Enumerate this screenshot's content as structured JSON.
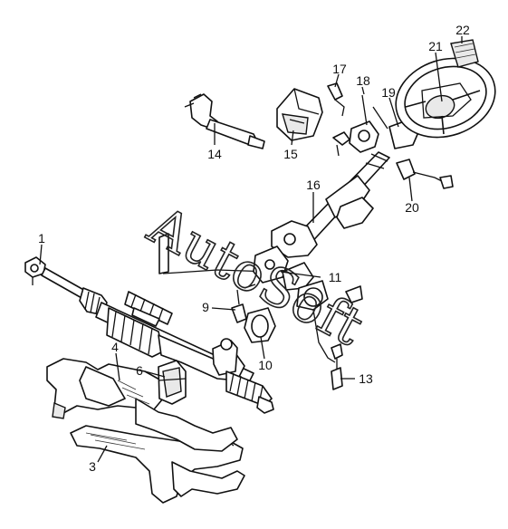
{
  "watermark": "AutoSoft",
  "callouts": [
    {
      "id": "callout-1",
      "label": "1"
    },
    {
      "id": "callout-3",
      "label": "3"
    },
    {
      "id": "callout-4",
      "label": "4"
    },
    {
      "id": "callout-6",
      "label": "6"
    },
    {
      "id": "callout-9",
      "label": "9"
    },
    {
      "id": "callout-10",
      "label": "10"
    },
    {
      "id": "callout-11",
      "label": "11"
    },
    {
      "id": "callout-13",
      "label": "13"
    },
    {
      "id": "callout-14",
      "label": "14"
    },
    {
      "id": "callout-15",
      "label": "15"
    },
    {
      "id": "callout-16",
      "label": "16"
    },
    {
      "id": "callout-17",
      "label": "17"
    },
    {
      "id": "callout-18",
      "label": "18"
    },
    {
      "id": "callout-19",
      "label": "19"
    },
    {
      "id": "callout-20",
      "label": "20"
    },
    {
      "id": "callout-21",
      "label": "21"
    },
    {
      "id": "callout-22",
      "label": "22"
    }
  ]
}
